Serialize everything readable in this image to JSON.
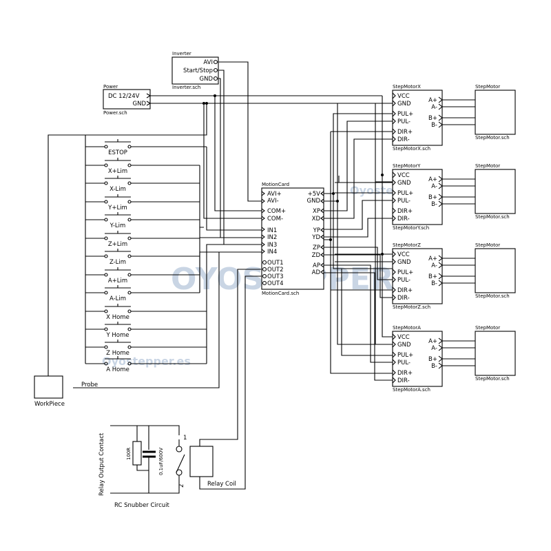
{
  "watermarks": {
    "center": "OYOSTEPPER",
    "top": "Oyostepper.es",
    "bottom": "Oyostepper.es"
  },
  "inverter": {
    "title": "Inverter",
    "file": "Inverter.sch",
    "pins": [
      "AVI",
      "Start/Stop",
      "GND"
    ]
  },
  "power": {
    "title": "Power",
    "file": "Power.sch",
    "pins": [
      "DC 12/24V",
      "GND"
    ]
  },
  "motion_card": {
    "title": "MotionCard",
    "file": "MotionCard.sch",
    "left_pins": [
      "AVI+",
      "AVI-",
      "COM+",
      "COM-",
      "IN1",
      "IN2",
      "IN3",
      "IN4",
      "OUT1",
      "OUT2",
      "OUT3",
      "OUT4"
    ],
    "right_pins": [
      "+5V",
      "GND",
      "XP",
      "XD",
      "YP",
      "YD",
      "ZP",
      "ZD",
      "AP",
      "AD"
    ]
  },
  "switches": [
    "ESTOP",
    "X+Lim",
    "X-Lim",
    "Y+Lim",
    "Y-Lim",
    "Z+Lim",
    "Z-Lim",
    "A+Lim",
    "A-Lim",
    "X Home",
    "Y Home",
    "Z Home",
    "A Home"
  ],
  "drivers": [
    {
      "title": "StepMotorX",
      "file": "StepMotorX.sch"
    },
    {
      "title": "StepMotorY",
      "file": "StepMotorY.sch"
    },
    {
      "title": "StepMotorZ",
      "file": "StepMotorZ.sch"
    },
    {
      "title": "StepMotorA",
      "file": "StepMotorA.sch"
    }
  ],
  "driver_left_pins": [
    "VCC",
    "GND",
    "PUL+",
    "PUL-",
    "DIR+",
    "DIR-"
  ],
  "driver_right_pins": [
    "A+",
    "A-",
    "B+",
    "B-"
  ],
  "motors": {
    "title": "StepMotor",
    "file": "StepMotor.sch"
  },
  "workpiece": "WorkPiece",
  "probe": "Probe",
  "relay_coil": "Relay Coil",
  "relay_contact": "Relay Output Contact",
  "snubber": "RC Snubber Circuit",
  "resistor": "100R",
  "capacitor": "0.1uF/600V",
  "relay_pins": [
    "1",
    "2"
  ]
}
